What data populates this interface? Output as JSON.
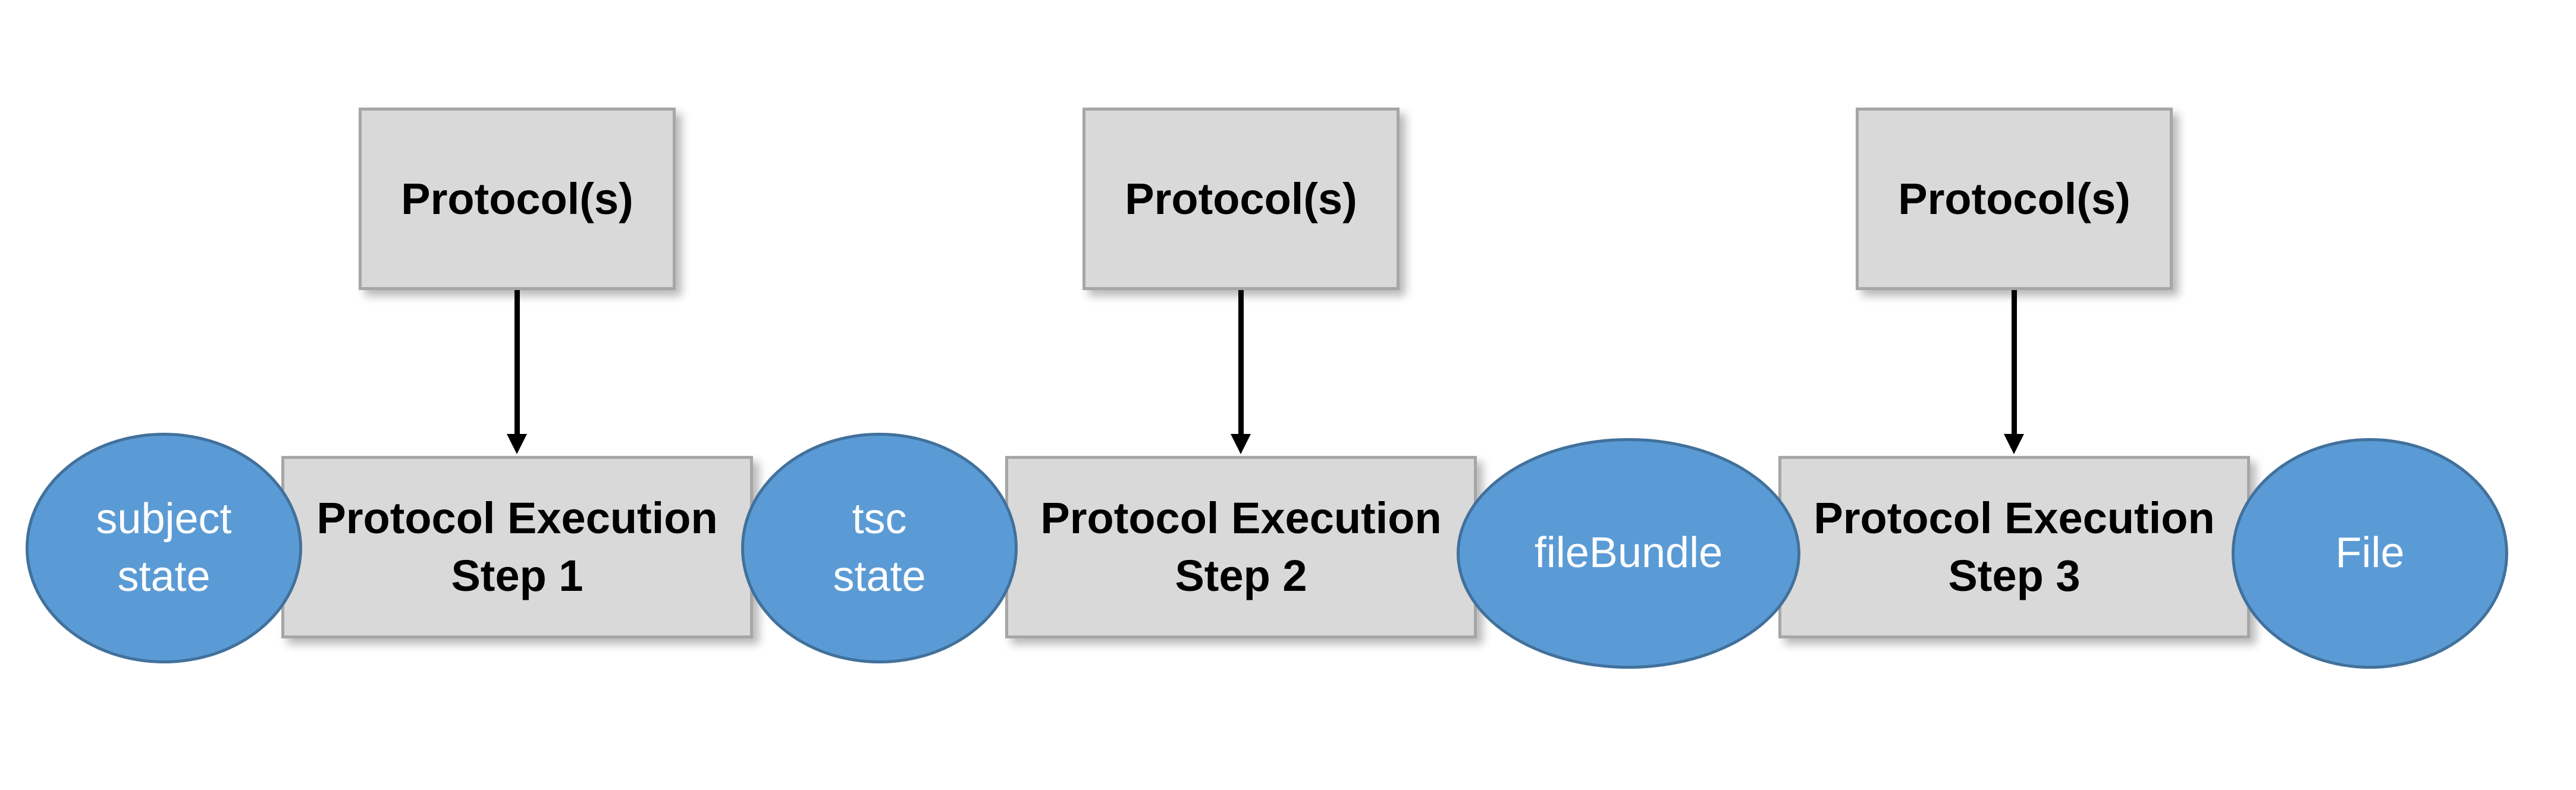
{
  "protocols": [
    {
      "label": "Protocol(s)"
    },
    {
      "label": "Protocol(s)"
    },
    {
      "label": "Protocol(s)"
    }
  ],
  "steps": [
    {
      "line1": "Protocol Execution",
      "line2": "Step 1"
    },
    {
      "line1": "Protocol Execution",
      "line2": "Step 2"
    },
    {
      "line1": "Protocol Execution",
      "line2": "Step 3"
    }
  ],
  "states": [
    {
      "line1": "subject",
      "line2": "state"
    },
    {
      "line1": "tsc",
      "line2": "state"
    },
    {
      "line1": "fileBundle"
    },
    {
      "line1": "File"
    }
  ],
  "colors": {
    "box_fill": "#d9d9d9",
    "box_border": "#a6a6a6",
    "ellipse_fill": "#5b9bd5",
    "ellipse_border": "#41719c"
  }
}
